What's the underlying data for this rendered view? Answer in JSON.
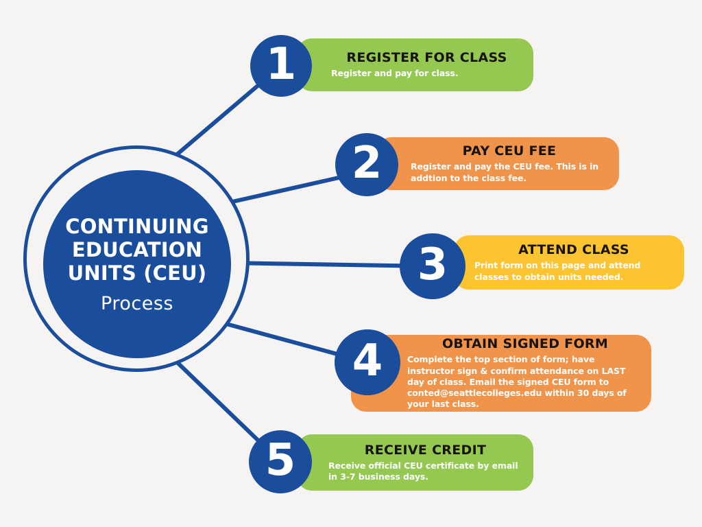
{
  "colors": {
    "bg": "#f5f4f2",
    "blue": "#1a4d9c",
    "green": "#94c851",
    "orange": "#f0944b",
    "yellow": "#fcc430",
    "title_text": "#171310",
    "body_text": "#ffffff"
  },
  "center": {
    "title": "CONTINUING EDUCATION UNITS (CEU)",
    "subtitle": "Process"
  },
  "steps": [
    {
      "number": "1",
      "title": "REGISTER FOR CLASS",
      "body": "Register and pay for class.",
      "color": "green"
    },
    {
      "number": "2",
      "title": "PAY CEU FEE",
      "body": "Register and pay the CEU fee. This is in addtion to the class fee.",
      "color": "orange"
    },
    {
      "number": "3",
      "title": "ATTEND CLASS",
      "body": "Print form on this page and attend classes to obtain units needed.",
      "color": "yellow"
    },
    {
      "number": "4",
      "title": "OBTAIN SIGNED FORM",
      "body": "Complete the top section of form; have instructor sign & confirm attendance on LAST day of class. Email the signed CEU form to conted@seattlecolleges.edu within 30 days of your last class.",
      "color": "orange"
    },
    {
      "number": "5",
      "title": "RECEIVE CREDIT",
      "body": "Receive official CEU certificate by email in 3-7 business days.",
      "color": "green"
    }
  ]
}
